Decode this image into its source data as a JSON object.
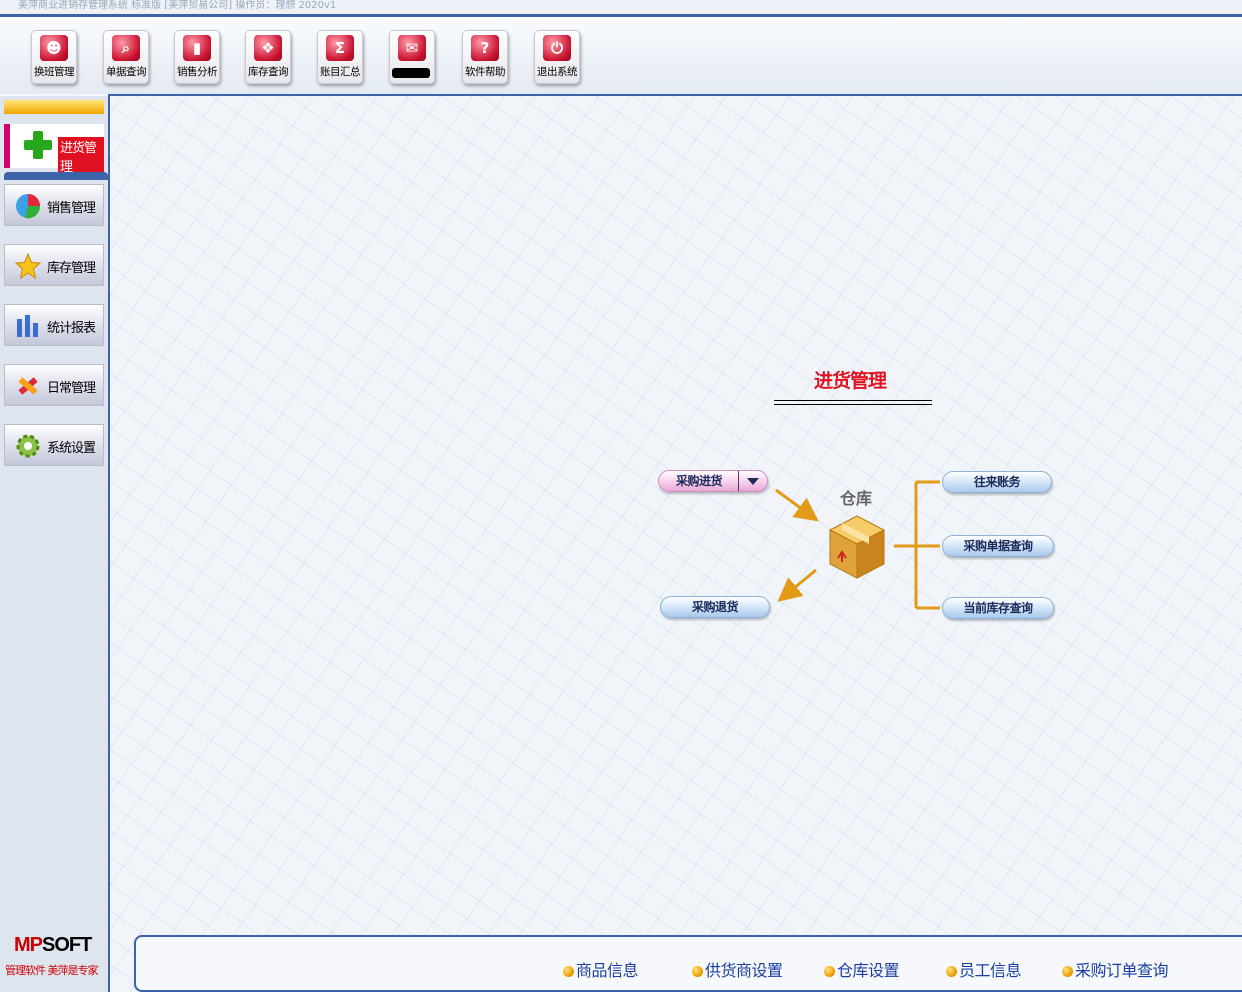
{
  "window": {
    "title": "美萍商业进销存管理系统 标准版 [美萍贸易公司] 操作员：理想   2020v1"
  },
  "toolbar": {
    "buttons": [
      {
        "label": "换班管理",
        "icon": "user-switch-icon"
      },
      {
        "label": "单据查询",
        "icon": "magnifier-icon"
      },
      {
        "label": "销售分析",
        "icon": "bar-chart-icon"
      },
      {
        "label": "库存查询",
        "icon": "stock-icon"
      },
      {
        "label": "账目汇总",
        "icon": "sigma-icon"
      },
      {
        "label": "",
        "icon": "mail-icon"
      },
      {
        "label": "软件帮助",
        "icon": "help-icon"
      },
      {
        "label": "退出系统",
        "icon": "power-icon"
      }
    ]
  },
  "sidebar": {
    "active": {
      "label": "进货管理",
      "icon": "plus-icon"
    },
    "items": [
      {
        "label": "销售管理",
        "icon": "pie-chart-icon"
      },
      {
        "label": "库存管理",
        "icon": "star-icon"
      },
      {
        "label": "统计报表",
        "icon": "bar-chart-icon"
      },
      {
        "label": "日常管理",
        "icon": "tools-icon"
      },
      {
        "label": "系统设置",
        "icon": "gear-icon"
      }
    ],
    "logo": {
      "brand_red": "MP",
      "brand_black": "SOFT"
    },
    "slogan": "管理软件 美萍是专家"
  },
  "diagram": {
    "title": "进货管理",
    "purchase_in": "采购进货",
    "purchase_return": "采购退货",
    "warehouse": "仓库",
    "right_items": [
      "往来账务",
      "采购单据查询",
      "当前库存查询"
    ]
  },
  "footer": {
    "links": [
      "商品信息",
      "供货商设置",
      "仓库设置",
      "员工信息",
      "采购订单查询"
    ]
  },
  "colors": {
    "accent_blue": "#3c62a8",
    "highlight_red": "#e01020",
    "connector_orange": "#e39a16"
  }
}
